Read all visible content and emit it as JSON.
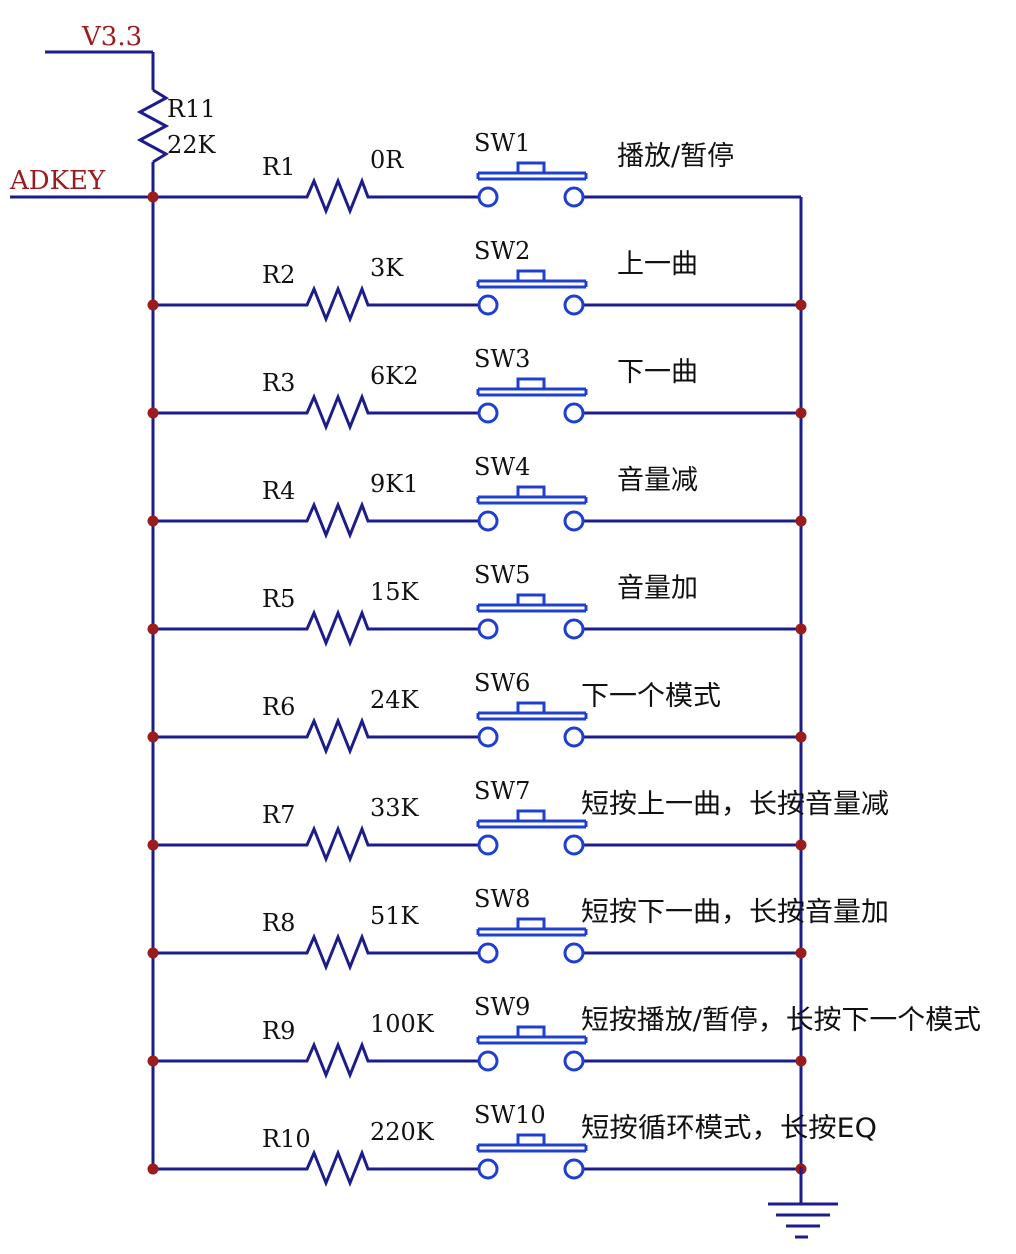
{
  "power": {
    "label": "V3.3"
  },
  "pullup": {
    "ref": "R11",
    "value": "22K"
  },
  "net": {
    "label": "ADKEY"
  },
  "rows": [
    {
      "ref": "R1",
      "value": "0R",
      "switch": "SW1",
      "function": "播放/暂停"
    },
    {
      "ref": "R2",
      "value": "3K",
      "switch": "SW2",
      "function": "上一曲"
    },
    {
      "ref": "R3",
      "value": "6K2",
      "switch": "SW3",
      "function": "下一曲"
    },
    {
      "ref": "R4",
      "value": "9K1",
      "switch": "SW4",
      "function": "音量减"
    },
    {
      "ref": "R5",
      "value": "15K",
      "switch": "SW5",
      "function": "音量加"
    },
    {
      "ref": "R6",
      "value": "24K",
      "switch": "SW6",
      "function": "下一个模式"
    },
    {
      "ref": "R7",
      "value": "33K",
      "switch": "SW7",
      "function": "短按上一曲，长按音量减"
    },
    {
      "ref": "R8",
      "value": "51K",
      "switch": "SW8",
      "function": "短按下一曲，长按音量加"
    },
    {
      "ref": "R9",
      "value": "100K",
      "switch": "SW9",
      "function": "短按播放/暂停，长按下一个模式"
    },
    {
      "ref": "R10",
      "value": "220K",
      "switch": "SW10",
      "function": "短按循环模式，长按EQ"
    }
  ],
  "colors": {
    "wire": "#1c1c8c",
    "switch": "#1f3fd0",
    "label_red": "#9b1c1c",
    "junction": "#9b1c1c"
  },
  "icons": {
    "ground": "ground-symbol-icon"
  }
}
